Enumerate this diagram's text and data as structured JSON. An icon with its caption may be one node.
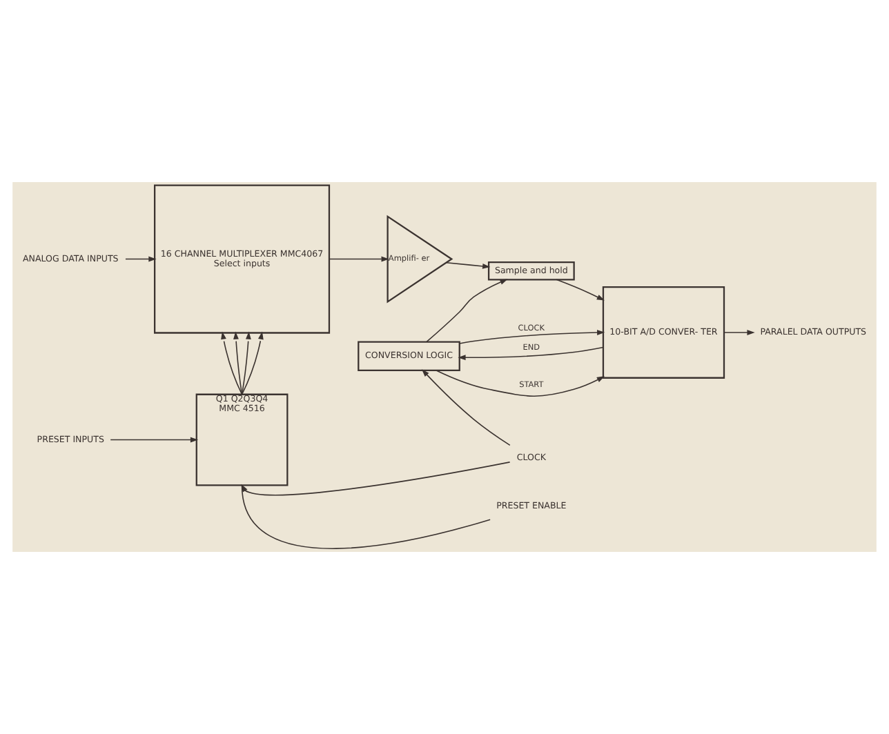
{
  "diagram": {
    "nodes": [
      {
        "text": [
          "16 CHANNEL MULTIPLEXER MMC4067",
          "Select inputs"
        ]
      },
      {
        "text": [
          "Amplifi- er"
        ]
      },
      {
        "text": [
          "Sample and hold"
        ]
      },
      {
        "text": [
          "10-BIT A/D CONVER- TER"
        ]
      },
      {
        "text": [
          "CONVERSION LOGIC"
        ]
      },
      {
        "text": [
          "Q1 Q2Q3Q4",
          "MMC 4516"
        ]
      },
      {
        "text": [
          "ANALOG DATA INPUTS"
        ]
      },
      {
        "text": [
          "PARALEL DATA OUTPUTS"
        ]
      },
      {
        "text": [
          "PRESET INPUTS"
        ]
      },
      {
        "text": [
          "CLOCK"
        ]
      },
      {
        "text": [
          "PRESET ENABLE"
        ]
      }
    ],
    "edges": [
      {
        "from": 6,
        "to": 0,
        "arrow": "to"
      },
      {
        "from": 0,
        "to": 1,
        "arrow": "to"
      },
      {
        "from": 1,
        "to": 2,
        "arrow": "to"
      },
      {
        "from": 2,
        "to": 3,
        "arrow": "to"
      },
      {
        "from": 4,
        "to": 2,
        "arrow": "to"
      },
      {
        "from": 4,
        "to": 3,
        "label": "START",
        "arrow": "to"
      },
      {
        "from": 4,
        "to": 3,
        "label": "CLOCK",
        "arrow": "to"
      },
      {
        "from": 3,
        "to": 4,
        "label": "END",
        "arrow": "to"
      },
      {
        "from": 3,
        "to": 7,
        "arrow": "to"
      },
      {
        "from": 5,
        "to": 0,
        "arrow": "to"
      },
      {
        "from": 5,
        "to": 0,
        "arrow": "to"
      },
      {
        "from": 5,
        "to": 0,
        "arrow": "to"
      },
      {
        "from": 5,
        "to": 0,
        "arrow": "to"
      },
      {
        "from": 8,
        "to": 5,
        "arrow": "to"
      },
      {
        "from": 9,
        "to": 5,
        "arrow": "to"
      },
      {
        "from": 9,
        "to": 4,
        "arrow": "to"
      },
      {
        "from": 10,
        "to": 5,
        "arrow": "none"
      }
    ]
  }
}
